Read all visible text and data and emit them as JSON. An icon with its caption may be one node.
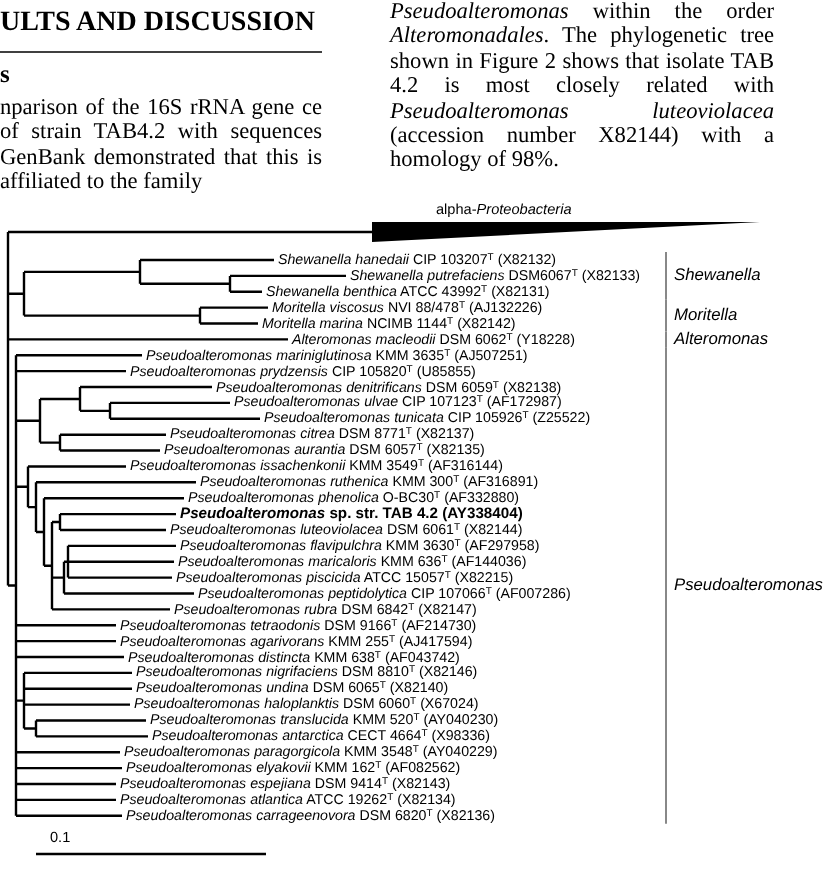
{
  "diagram": {
    "labels": [
      "ULTS AND DISCUSSION",
      "s",
      "nparison of the 16S rRNA gene ce of strain TAB4.2 with sequences GenBank demonstrated that this is affiliated to the family",
      "*Pseudoalteromonas* within the order *Alteromonadales*. The phylogenetic tree shown in Figure 2 shows that isolate TAB 4.2 is most closely related with *Pseudoalteromonas luteoviolacea* (accession number X82144) with a homology of 98%.",
      "alpha-*Proteobacteria*",
      "*Shewanella hanedaii* CIP 103207$^{T}$ (X82132)",
      "*Shewanella putrefaciens* DSM6067$^{T}$ (X82133)",
      "*Shewanella benthica* ATCC 43992$^{T}$ (X82131)",
      "Shewanella",
      "*Moritella viscosus* NVI 88/478$^{T}$ (AJ132226)",
      "*Moritella marina* NCIMB 1144$^{T}$ (X82142)",
      "Moritella",
      "*Alteromonas macleodii* DSM 6062$^{T}$ (Y18228)",
      "Alteromonas",
      "*Pseudoalteromonas mariniglutinosa* KMM 3635$^{T}$ (AJ507251)",
      "*Pseudoalteromonas prydzensis* CIP 105820$^{T}$ (U85855)",
      "*Pseudoalteromonas denitrificans* DSM 6059$^{T}$ (X82138)",
      "*Pseudoalteromonas ulvae*  CIP 107123$^{T}$ (AF172987)",
      "*Pseudoalteromonas tunicata* CIP 105926$^{T}$ (Z25522)",
      "*Pseudoalteromonas citrea* DSM 8771$^{T}$ (X82137)",
      "*Pseudoalteromonas aurantia* DSM 6057$^{T}$ (X82135)",
      "*Pseudoalteromonas issachenkonii* KMM 3549$^{T}$ (AF316144)",
      "*Pseudoalteromonas ruthenica* KMM 300$^{T}$ (AF316891)",
      "*Pseudoalteromonas phenolica* O-BC30$^{T}$ (AF332880)",
      "*Pseudoalteromonas* sp. str. TAB 4.2 (AY338404)",
      "*Pseudoalteromonas luteoviolacea* DSM 6061$^{T}$ (X82144)",
      "*Pseudoalteromonas flavipulchra* KMM 3630$^{T}$ (AF297958)",
      "*Pseudoalteromonas maricaloris* KMM 636$^{T}$ (AF144036)",
      "*Pseudoalteromonas piscicida* ATCC 15057$^{T}$ (X82215)",
      "*Pseudoalteromonas peptidolytica* CIP 107066$^{T}$ (AF007286)",
      "*Pseudoalteromonas rubra* DSM 6842$^{T}$ (X82147)",
      "*Pseudoalteromonas tetraodonis* DSM 9166$^{T}$ (AF214730)",
      "Pseudoalteromonas",
      "*Pseudoalteromonas agarivorans* KMM 255$^{T}$ (AJ417594)",
      "*Pseudoalteromonas distincta* KMM 638$^{T}$ (AF043742)",
      "*Pseudoalteromonas nigrifaciens* DSM 8810$^{T}$ (X82146)",
      "*Pseudoalteromonas undina* DSM 6065$^{T}$ (X82140)",
      "*Pseudoalteromonas haloplanktis* DSM 6060$^{T}$ (X67024)",
      "*Pseudoalteromonas translucida* KMM 520$^{T}$ (AY040230)",
      "*Pseudoalteromonas antarctica* CECT 4664$^{T}$ (X98336)",
      "*Pseudoalteromonas paragorgicola* KMM 3548$^{T}$ (AY040229)",
      "*Pseudoalteromonas elyakovii* KMM 162$^{T}$ (AF082562)",
      "*Pseudoalteromonas espejiana* DSM 9414$^{T}$ (X82143)",
      "*Pseudoalteromonas atlantica* ATCC 19262$^{T}$ (X82134)",
      "*Pseudoalteromonas carrageenovora* DSM 6820$^{T}$ (X82136)",
      "0.1"
    ]
  }
}
